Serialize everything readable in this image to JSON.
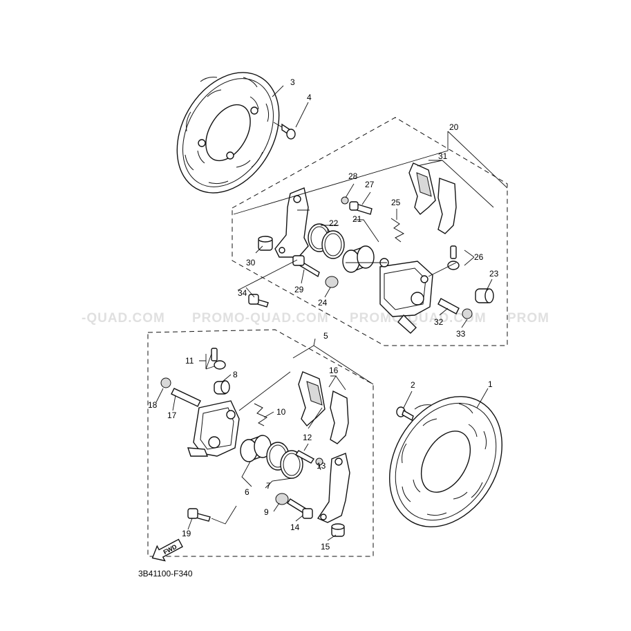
{
  "watermark": {
    "segments": [
      "-QUAD.COM",
      "PROMO-QUAD.COM",
      "PROMO-QUAD.COM",
      "PROM"
    ]
  },
  "callouts": [
    "1",
    "2",
    "3",
    "4",
    "5",
    "6",
    "7",
    "8",
    "9",
    "10",
    "11",
    "12",
    "13",
    "14",
    "15",
    "16",
    "17",
    "18",
    "19",
    "20",
    "21",
    "22",
    "23",
    "24",
    "25",
    "26",
    "27",
    "28",
    "29",
    "30",
    "31",
    "32",
    "33",
    "34"
  ],
  "direction_arrow": {
    "label": "FWD"
  },
  "diagram_code": "3B41100-F340"
}
